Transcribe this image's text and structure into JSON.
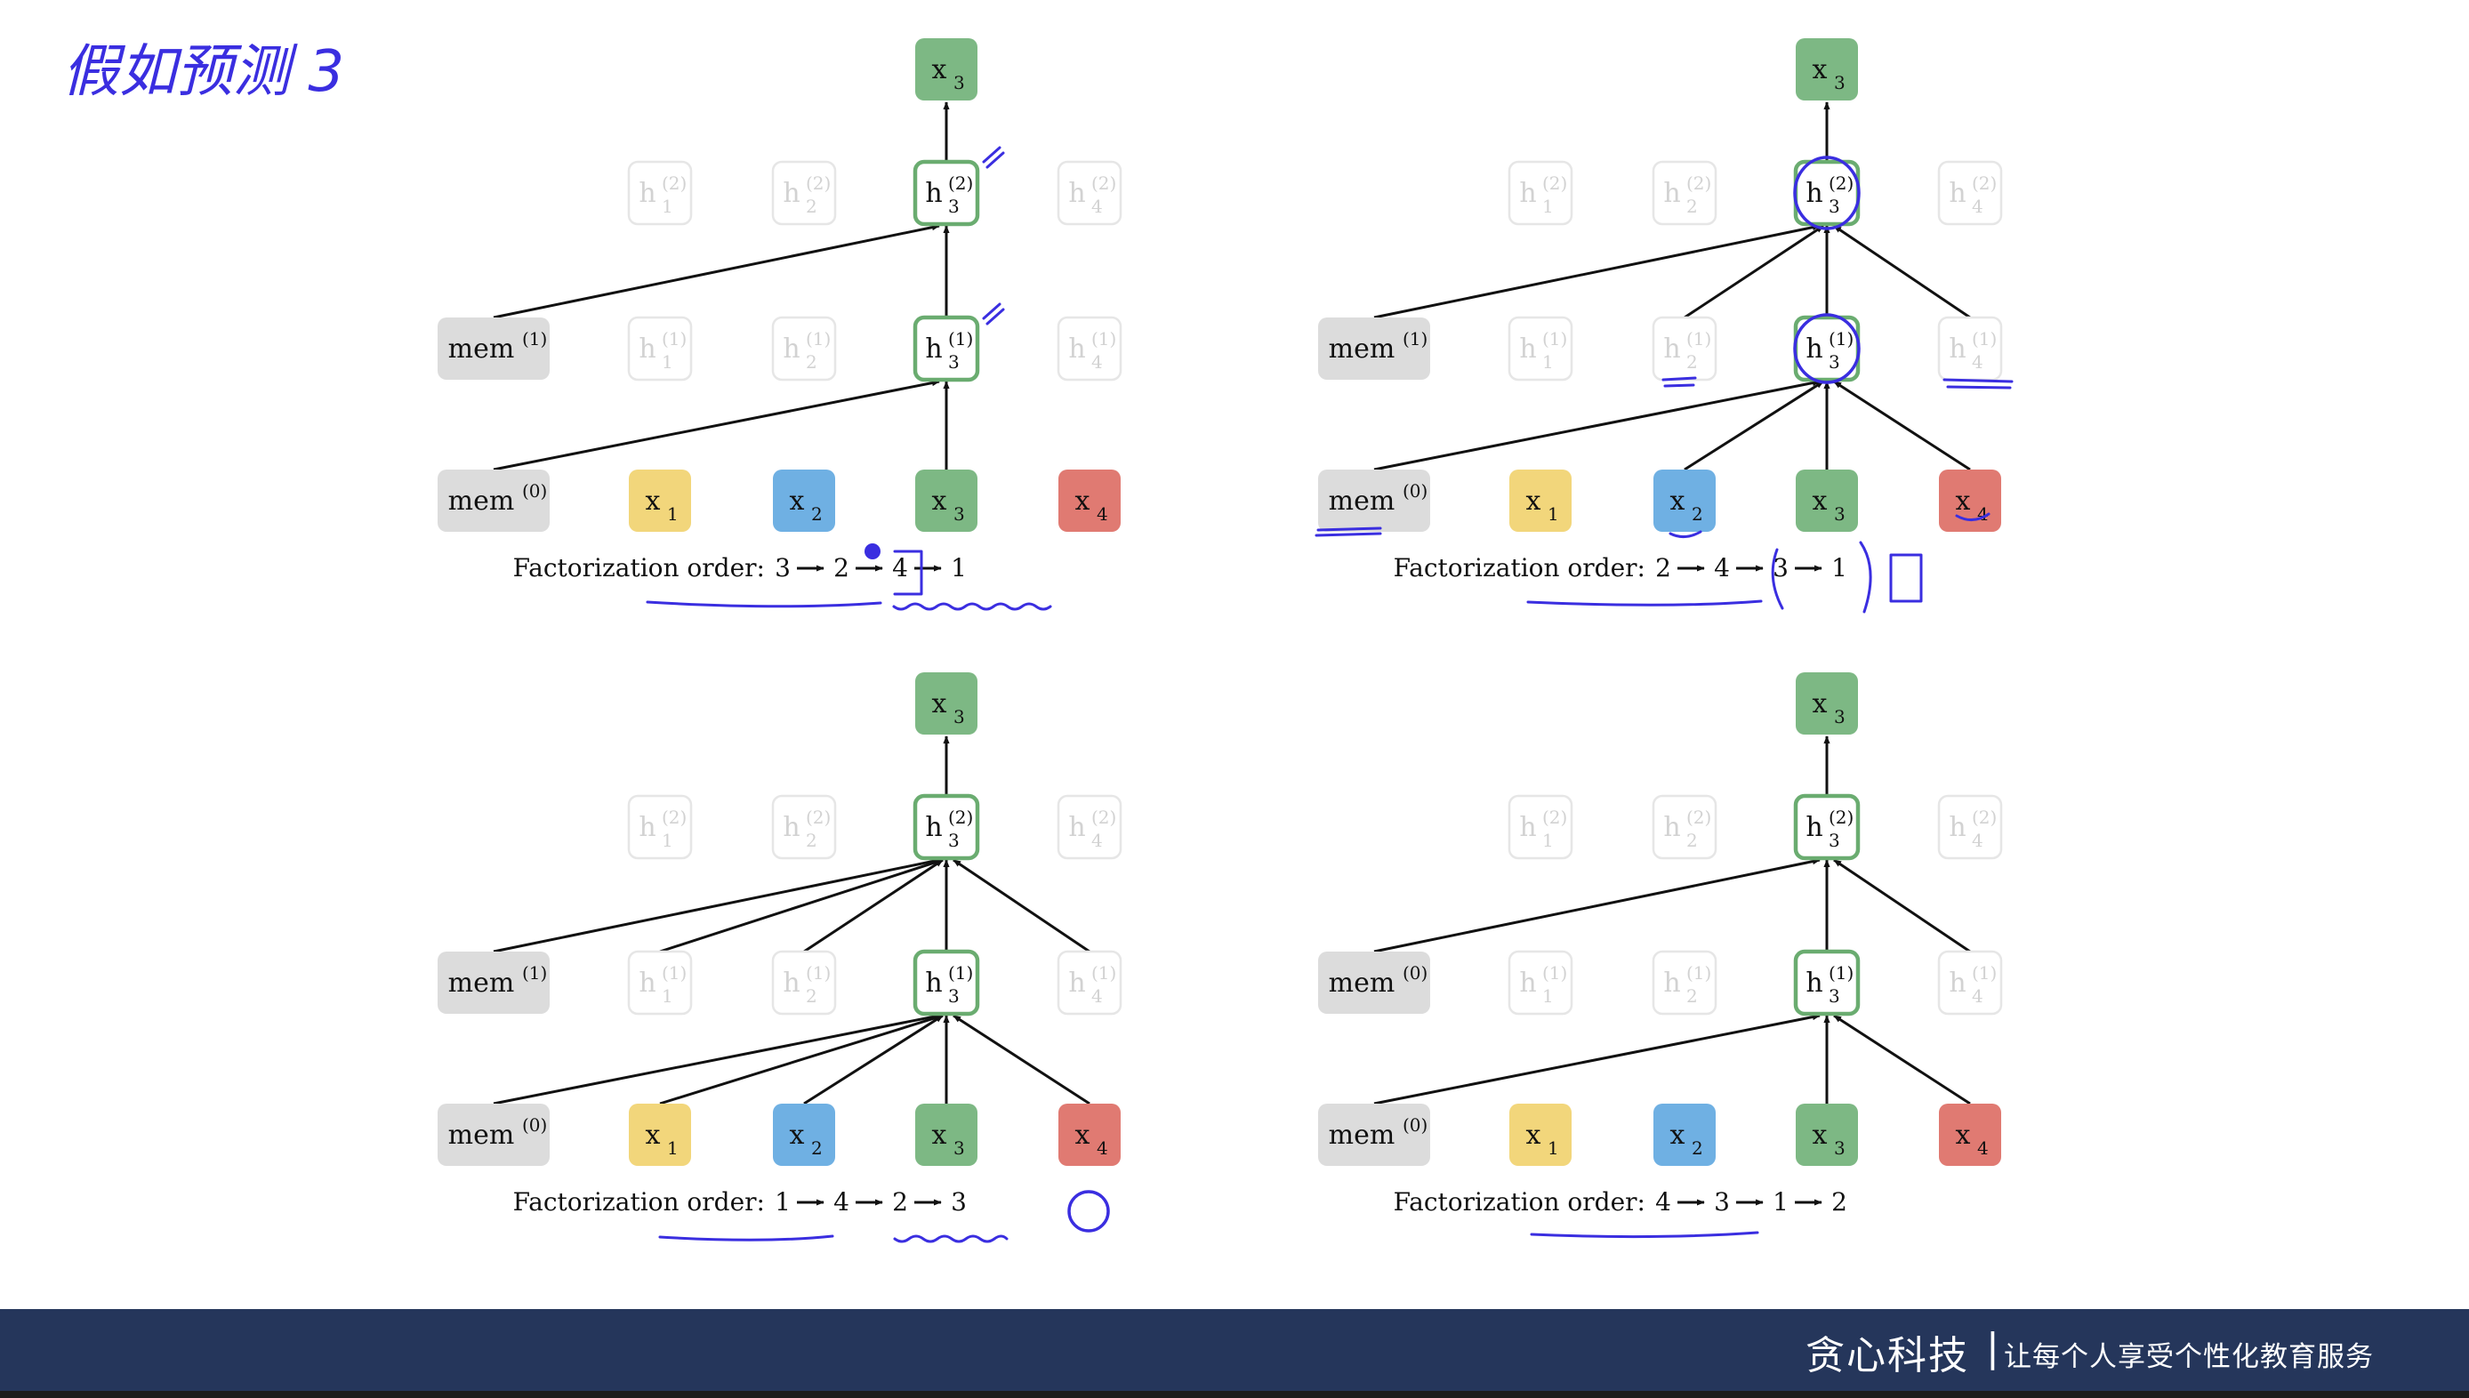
{
  "annotation_text": "假如预测 3",
  "colors": {
    "mem": "#dcdcdc",
    "x1": "#f2d67b",
    "x2": "#6fb0e3",
    "x3": "#7db884",
    "x4": "#e07a72",
    "hidden_stroke": "#e6e6e6",
    "hidden_text": "#d2d2d2",
    "active_stroke": "#6aac70",
    "arrow": "#111111",
    "ink": "#3a2ee0",
    "footer_bg": "#25365b"
  },
  "panels": [
    {
      "order_label": "Factorization order:",
      "order": [
        "3",
        "2",
        "4",
        "1"
      ],
      "mem_top": "mem(1)",
      "mem_bottom": "mem(0)",
      "sources_l1": [
        "mem"
      ],
      "sources_l2": [
        "mem"
      ]
    },
    {
      "order_label": "Factorization order:",
      "order": [
        "2",
        "4",
        "3",
        "1"
      ],
      "mem_top": "mem(1)",
      "mem_bottom": "mem(0)",
      "sources_l1": [
        "mem",
        "x2",
        "x4"
      ],
      "sources_l2": [
        "mem",
        "h2",
        "h4"
      ]
    },
    {
      "order_label": "Factorization order:",
      "order": [
        "1",
        "4",
        "2",
        "3"
      ],
      "mem_top": "mem(1)",
      "mem_bottom": "mem(0)",
      "sources_l1": [
        "mem",
        "x1",
        "x2",
        "x4"
      ],
      "sources_l2": [
        "mem",
        "h1",
        "h2",
        "h4"
      ]
    },
    {
      "order_label": "Factorization order:",
      "order": [
        "4",
        "3",
        "1",
        "2"
      ],
      "mem_top": "mem(0)",
      "mem_bottom": "mem(0)",
      "sources_l1": [
        "mem",
        "x4"
      ],
      "sources_l2": [
        "mem",
        "h4"
      ]
    }
  ],
  "footer": {
    "brand": "贪心科技",
    "separator": "|",
    "slogan": "让每个人享受个性化教育服务"
  }
}
